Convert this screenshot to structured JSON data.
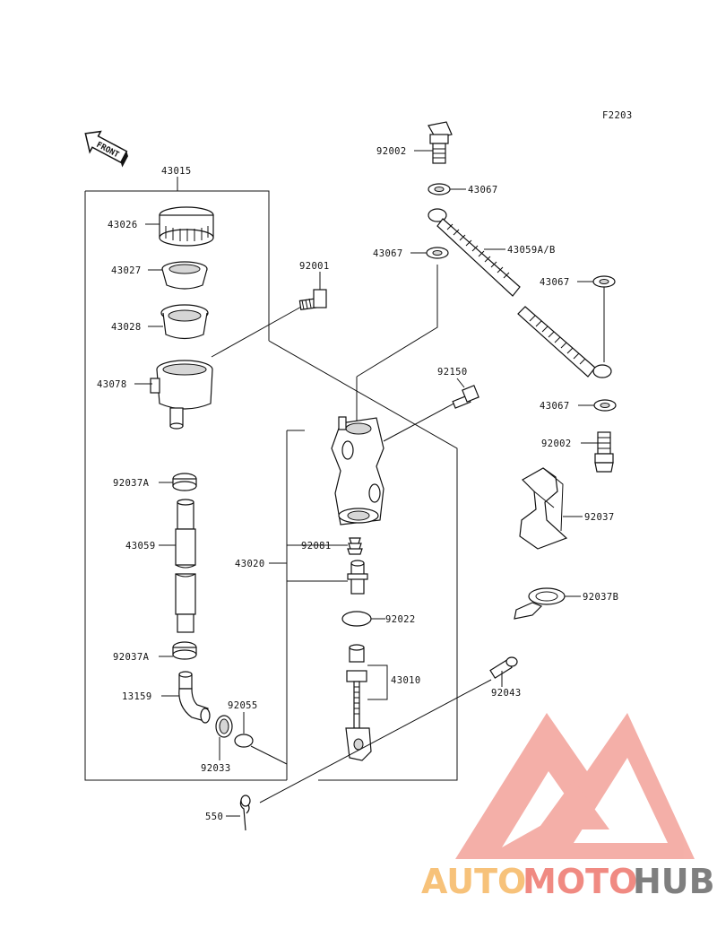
{
  "figure_code": "F2203",
  "front_label": "FRONT",
  "labels": {
    "p43015": "43015",
    "p43026": "43026",
    "p43027": "43027",
    "p43028": "43028",
    "p43078": "43078",
    "p92037A_top": "92037A",
    "p43059": "43059",
    "p92037A_bottom": "92037A",
    "p13159": "13159",
    "p92055": "92055",
    "p92033": "92033",
    "p92001": "92001",
    "p43020": "43020",
    "p92081": "92081",
    "p92022": "92022",
    "p43010": "43010",
    "p550": "550",
    "p92043": "92043",
    "p92150": "92150",
    "p92002_top": "92002",
    "p43067_a": "43067",
    "p43067_b": "43067",
    "p43059AB": "43059A/B",
    "p43067_c": "43067",
    "p43067_d": "43067",
    "p92002_bottom": "92002",
    "p92037": "92037",
    "p92037B": "92037B"
  },
  "watermark": {
    "part1": "AUTO",
    "part2": "MOTO",
    "part3": "HUB",
    "colors": {
      "orange": "#f7c27a",
      "red": "#f08a82",
      "gray": "#7f7f7f"
    }
  }
}
